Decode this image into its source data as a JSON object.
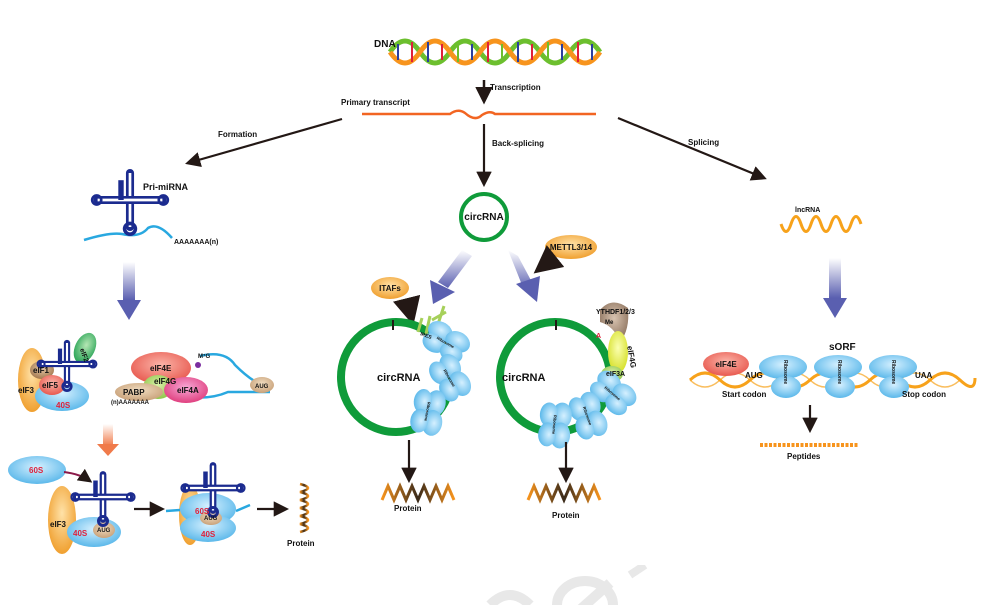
{
  "top": {
    "dna_label": "DNA",
    "transcription_label": "Transcription",
    "primary_transcript_label": "Primary transcript"
  },
  "branches": {
    "formation_label": "Formation",
    "back_splicing_label": "Back-splicing",
    "splicing_label": "Splicing"
  },
  "left": {
    "pri_mirna_label": "Pri-miRNA",
    "polya_label": "AAAAAAA(n)",
    "eif2": "eIF2",
    "eif1": "eIF1",
    "eif3": "eIF3",
    "eif5": "eIF5",
    "s40": "40S",
    "eif4e": "eIF4E",
    "m7g": "M⁷G",
    "eif4g": "eIF4G",
    "eif4a": "eIF4A",
    "pabp": "PABP",
    "polya_n": "(n)AAAAAAA",
    "aug": "AUG",
    "s60": "60S",
    "protein": "Protein"
  },
  "middle": {
    "circrna_label": "circRNA",
    "mettl": "METTL3/14",
    "itafs": "ITAFs",
    "ires": "IRES",
    "ribosome": "Ribosome",
    "ythdf": "YTHDF1/2/3",
    "me": "Me",
    "a_mark": "A",
    "eif4g": "eIF4G",
    "eif3a": "eIF3A",
    "protein": "Protein"
  },
  "right": {
    "lncrna_label": "lncRNA",
    "sorf_label": "sORF",
    "eif4e": "eIF4E",
    "aug": "AUG",
    "uaa": "UAA",
    "start_codon": "Start codon",
    "stop_codon": "Stop codon",
    "ribosome": "Ribosome",
    "peptides": "Peptides"
  },
  "colors": {
    "dna_orange": "#f7941d",
    "dna_green": "#6cbf2e",
    "transcript": "#f26522",
    "mirna_blue": "#1b2b8f",
    "mrna_cyan": "#29a8e0",
    "circ_green": "#0f9b3a",
    "ribosome_blue": "#7fc8ee",
    "factor_orange": "#f5b041",
    "process_arrow": "#5a5fb0"
  }
}
